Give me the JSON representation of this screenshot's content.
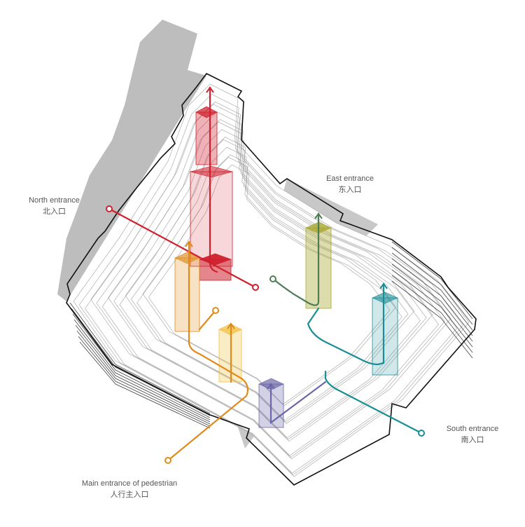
{
  "labels": {
    "north": {
      "en": "North entrance",
      "zh": "北入口"
    },
    "east": {
      "en": "East entrance",
      "zh": "东入口"
    },
    "south": {
      "en": "South entrance",
      "zh": "南入口"
    },
    "main": {
      "en": "Main entrance of pedestrian",
      "zh": "人行主入口"
    }
  },
  "colors": {
    "north": "#d0202e",
    "main": "#e08a1a",
    "main_box": "#f0c040",
    "east": "#4e7d55",
    "east_box": "#a8a830",
    "south": "#1a8e96",
    "inner": "#6c68a8",
    "shadow": "#bdbdbd"
  }
}
